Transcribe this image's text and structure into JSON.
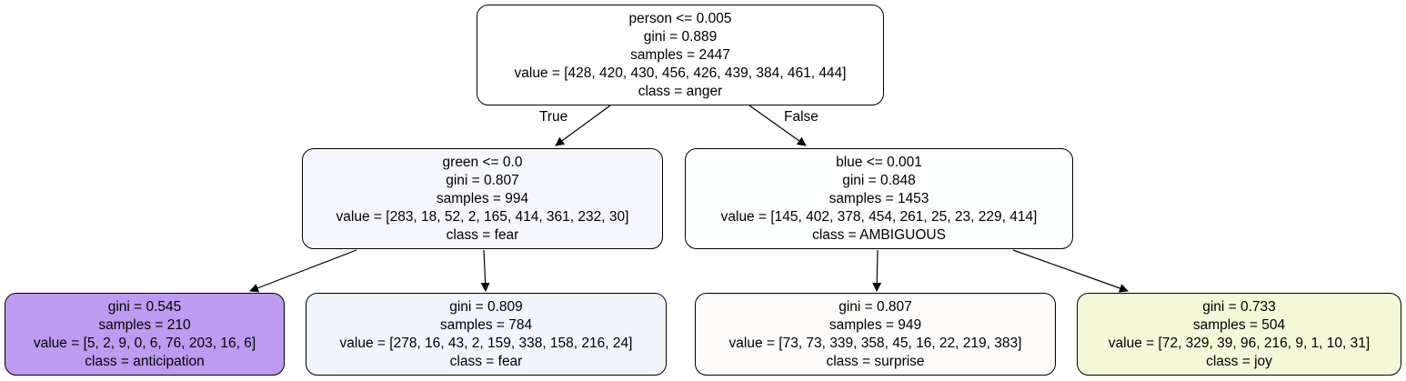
{
  "tree": {
    "root": {
      "split": "person <= 0.005",
      "gini": "gini = 0.889",
      "samples": "samples = 2447",
      "value": "value = [428, 420, 430, 456, 426, 439, 384, 461, 444]",
      "class": "class = anger",
      "color": "#ffffff"
    },
    "edge_true_label": "True",
    "edge_false_label": "False",
    "left": {
      "split": "green <= 0.0",
      "gini": "gini = 0.807",
      "samples": "samples = 994",
      "value": "value = [283, 18, 52, 2, 165, 414, 361, 232, 30]",
      "class": "class = fear",
      "color": "#f6f7fd"
    },
    "right": {
      "split": "blue <= 0.001",
      "gini": "gini = 0.848",
      "samples": "samples = 1453",
      "value": "value = [145, 402, 378, 454, 261, 25, 23, 229, 414]",
      "class": "class = AMBIGUOUS",
      "color": "#fcfefd"
    },
    "leaf1": {
      "gini": "gini = 0.545",
      "samples": "samples = 210",
      "value": "value = [5, 2, 9, 0, 6, 76, 203, 16, 6]",
      "class": "class = anticipation",
      "color": "#bb9cf0"
    },
    "leaf2": {
      "gini": "gini = 0.809",
      "samples": "samples = 784",
      "value": "value = [278, 16, 43, 2, 159, 338, 158, 216, 24]",
      "class": "class = fear",
      "color": "#f0f4fd"
    },
    "leaf3": {
      "gini": "gini = 0.807",
      "samples": "samples = 949",
      "value": "value = [73, 73, 339, 358, 45, 16, 22, 219, 383]",
      "class": "class = surprise",
      "color": "#fcfbf9"
    },
    "leaf4": {
      "gini": "gini = 0.733",
      "samples": "samples = 504",
      "value": "value = [72, 329, 39, 96, 216, 9, 1, 10, 31]",
      "class": "class = joy",
      "color": "#f4f8d8"
    }
  }
}
